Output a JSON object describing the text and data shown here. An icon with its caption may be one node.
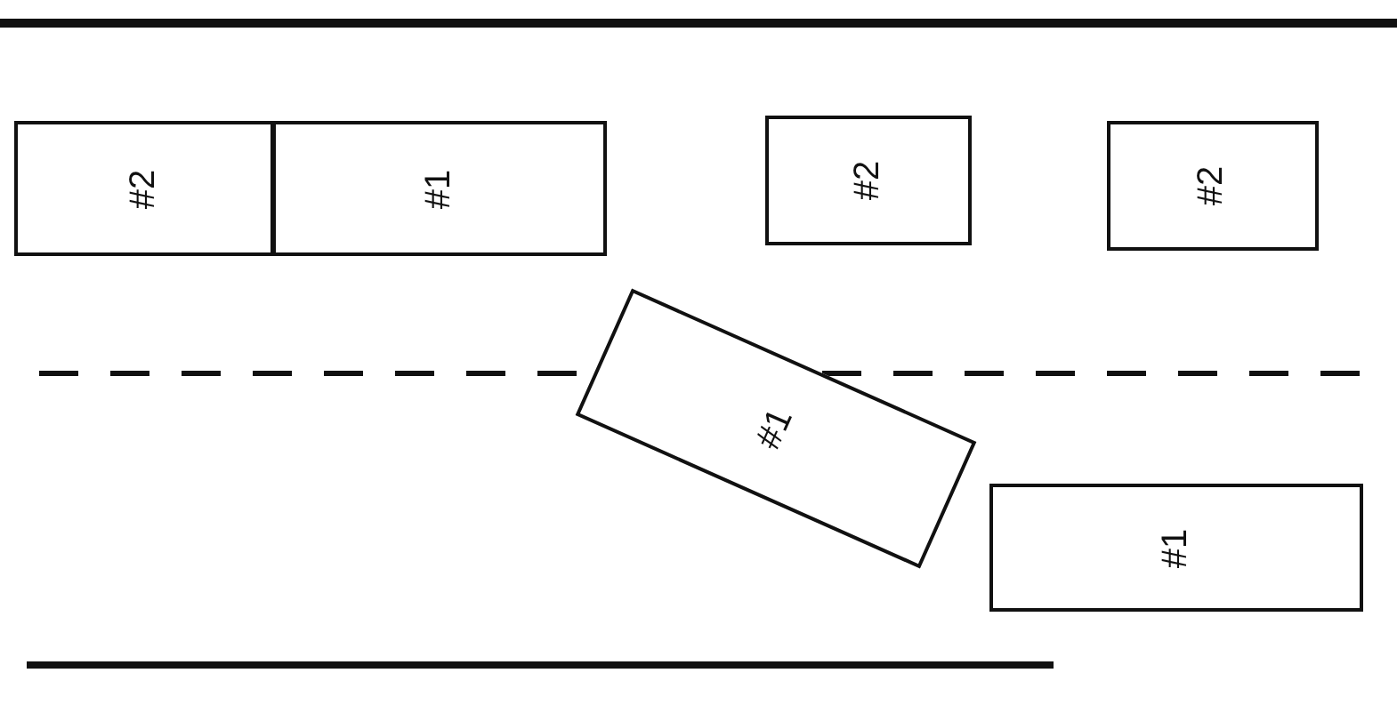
{
  "diagram": {
    "nodes": [
      {
        "text": [
          "#2"
        ]
      },
      {
        "text": [
          "#1"
        ]
      },
      {
        "text": [
          "#2"
        ]
      },
      {
        "text": [
          "#2"
        ]
      },
      {
        "text": [
          "#1"
        ]
      },
      {
        "text": [
          "#1"
        ]
      }
    ]
  }
}
